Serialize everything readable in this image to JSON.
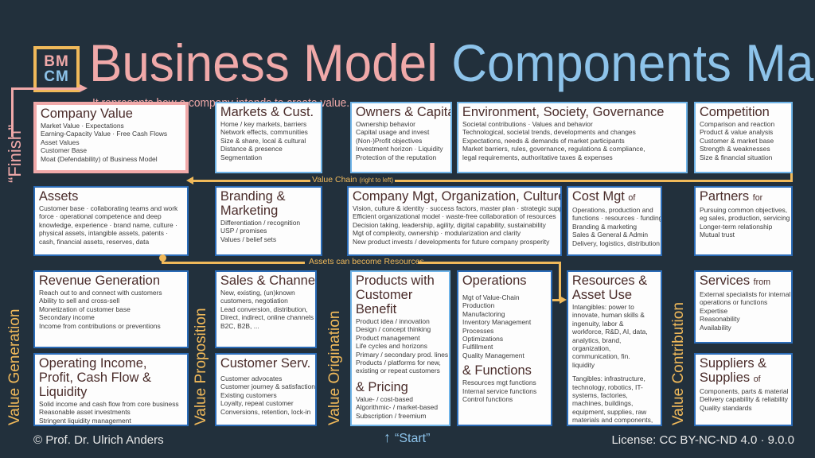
{
  "header": {
    "logo_line1": "BM",
    "logo_line2": "CM",
    "title_part1": "Business Model ",
    "title_part2": "Components Map",
    "subtitle": "It represents how a company intends to create value."
  },
  "side_labels": {
    "finish": "“Finish”",
    "value_generation": "Value Generation",
    "value_proposition": "Value Proposition",
    "value_origination": "Value Origination",
    "value_contribution": "Value Contribution"
  },
  "connectors": {
    "value_chain": "Value Chain ",
    "value_chain_note": "(right to left)",
    "assets_resources": "Assets can become Resources"
  },
  "boxes": {
    "company_value": {
      "title": "Company Value",
      "items": [
        "Market Value · Expectations",
        "Earning-Capacity Value · Free Cash Flows",
        "Asset Values",
        "Customer Base",
        "Moat (Defendability) of Business Model"
      ]
    },
    "markets_cust": {
      "title": "Markets & Cust.",
      "items": [
        "Home / key markets, barriers",
        "Network effects, communities",
        "Size & share, local & cultural",
        "Distance & presence",
        "Segmentation"
      ]
    },
    "owners_capital": {
      "title": "Owners & Capital",
      "items": [
        "Ownership behavior",
        "Capital usage and invest",
        "(Non-)Profit objectives",
        "Investment horizon · Liquidity",
        "Protection of the reputation"
      ]
    },
    "esg": {
      "title": "Environment, Society, Governance",
      "items": [
        "Societal contributions · Values and behavior",
        "Technological, societal trends, developments and changes",
        "Expectations, needs & demands of market participants",
        "Market barriers, rules, governance, regulations & compliance,",
        "legal requirements, authoritative taxes & expenses"
      ]
    },
    "competition": {
      "title": "Competition",
      "items": [
        "Comparison and reaction",
        "Product & value analysis",
        "Customer & market base",
        "Strength & weaknesses",
        "Size & financial situation"
      ]
    },
    "assets": {
      "title": "Assets",
      "items": [
        "Customer base · collaborating teams and work force · operational competence and deep knowledge, experience · brand name, culture · physical assets, intangible assets, patents · cash, financial assets, reserves, data"
      ]
    },
    "branding_marketing": {
      "title": "Branding & Marketing",
      "items": [
        "Differentiation / recognition",
        "USP / promises",
        "Values / belief sets"
      ]
    },
    "company_mgt": {
      "title": "Company Mgt, Organization, Culture",
      "items": [
        "Vision, culture & identity · success factors, master plan · strategic support",
        "Efficient organizational model · waste-free collaboration of resources",
        "Decision taking, leadership, agility, digital capability, sustainability",
        "Mgt of complexity,  ownership · modularization and clarity",
        "New product invests / developments for future company prosperity"
      ]
    },
    "cost_mgt": {
      "title": "Cost Mgt",
      "title_suffix": "of",
      "items": [
        "Operations, production and",
        "functions · resources · funding",
        "Branding & marketing",
        "Sales & General & Admin",
        "Delivery, logistics, distribution"
      ]
    },
    "partners": {
      "title": "Partners",
      "title_suffix": "for",
      "items": [
        "Pursuing common objectives,",
        "eg sales, production, servicing",
        "Longer-term relationship",
        "Mutual trust"
      ]
    },
    "revenue_generation": {
      "title": "Revenue Generation",
      "items": [
        "Reach out to and connect with customers",
        "Ability to sell and cross-sell",
        "Monetization of customer base",
        "Secondary income",
        "Income from contributions or preventions"
      ]
    },
    "sales_channels": {
      "title": "Sales & Channels",
      "items": [
        "New, existing, (un)known",
        "customers, negotiation",
        "Lead conversion, distribution,",
        "Direct, indirect, online channels",
        "B2C, B2B, ..."
      ]
    },
    "products": {
      "title": "Products with Customer Benefit",
      "items": [
        "Product idea / innovation",
        "Design / concept thinking",
        "Product management",
        "Life cycles and horizons",
        "Primary / secondary prod. lines",
        "Products / platforms for new,",
        "existing or repeat customers"
      ],
      "subtitle": "& Pricing",
      "sub_items": [
        "Value- / cost-based",
        "Algorithmic- / market-based",
        "Subscription / freemium"
      ]
    },
    "operations": {
      "title": "Operations",
      "items": [
        "Mgt of Value-Chain",
        "Production",
        "Manufactoring",
        "Inventory Management",
        "Processes",
        "Optimizations",
        "Fulfillment",
        "Quality Management"
      ],
      "subtitle": "& Functions",
      "sub_items": [
        "Resources mgt functions",
        "Internal service functions",
        "Control functions"
      ]
    },
    "resources": {
      "title": "Resources & Asset Use",
      "items": [
        "Intangibles: power to innovate, human skills & ingenuity, labor & workforce, R&D, AI, data, analytics, brand, organization, communication, fin. liquidity"
      ],
      "items2": [
        "Tangibles: infrastructure, technology, robotics, IT-systems, factories, machines, buildings, equipment, supplies, raw materials and components, energy, water, power,"
      ]
    },
    "services": {
      "title": "Services",
      "title_suffix": "from",
      "items": [
        "External specialists for internal",
        "operations or functions",
        "Expertise",
        "Reasonability",
        "Availability"
      ]
    },
    "operating_income": {
      "title": "Operating Income, Profit, Cash Flow & Liquidity",
      "items": [
        "Solid income and cash flow from core business",
        "Reasonable asset investments",
        "Stringent liquidity management"
      ]
    },
    "customer_serv": {
      "title": "Customer Serv.",
      "items": [
        "Customer advocates",
        "Customer journey & satisfaction",
        "Existing customers",
        "Loyalty, repeat customer",
        "Conversions, retention, lock-in"
      ]
    },
    "suppliers": {
      "title": "Suppliers & Supplies",
      "title_suffix": "of",
      "items": [
        "Components, parts & material",
        "Delivery capability & reliability",
        "Quality standards"
      ]
    }
  },
  "footer": {
    "copyright": "© Prof. Dr. Ulrich Anders",
    "start": "“Start”",
    "start_arrow": "↑",
    "license": "License: CC BY-NC-ND 4.0 · 9.0.0"
  },
  "colors": {
    "background": "#22303c",
    "pink": "#f0a9a9",
    "blue": "#8dc3ea",
    "gold": "#f0b95a",
    "box_border_blue": "#2b6cb8"
  }
}
